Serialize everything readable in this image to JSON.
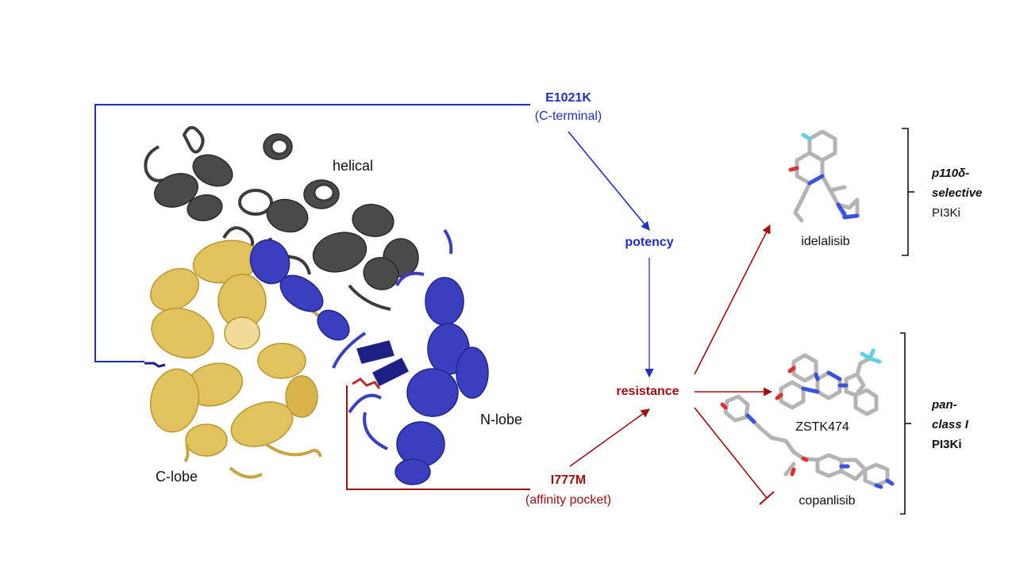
{
  "mutations": {
    "e1021k": {
      "name": "E1021K",
      "sub": "(C-terminal)"
    },
    "i777m": {
      "name": "I777M",
      "sub": "(affinity pocket)"
    }
  },
  "effects": {
    "potency": "potency",
    "resistance": "resistance"
  },
  "domains": {
    "helical": "helical",
    "n_lobe": "N-lobe",
    "c_lobe": "C-lobe"
  },
  "drugs": {
    "idelalisib": "idelalisib",
    "zstk474": "ZSTK474",
    "copanlisib": "copanlisib"
  },
  "groups": {
    "selective": {
      "line1": "p110δ-",
      "line2": "selective",
      "line3": "PI3Ki"
    },
    "pan": {
      "line1": "pan-",
      "line2": "class I",
      "line3": "PI3Ki"
    }
  },
  "colors": {
    "blue": "#1f2fc4",
    "red": "#a01010",
    "helical_grey": "#3c3c3c",
    "c_lobe_gold": "#e2c25a",
    "n_lobe_blue": "#3a3fc0"
  }
}
